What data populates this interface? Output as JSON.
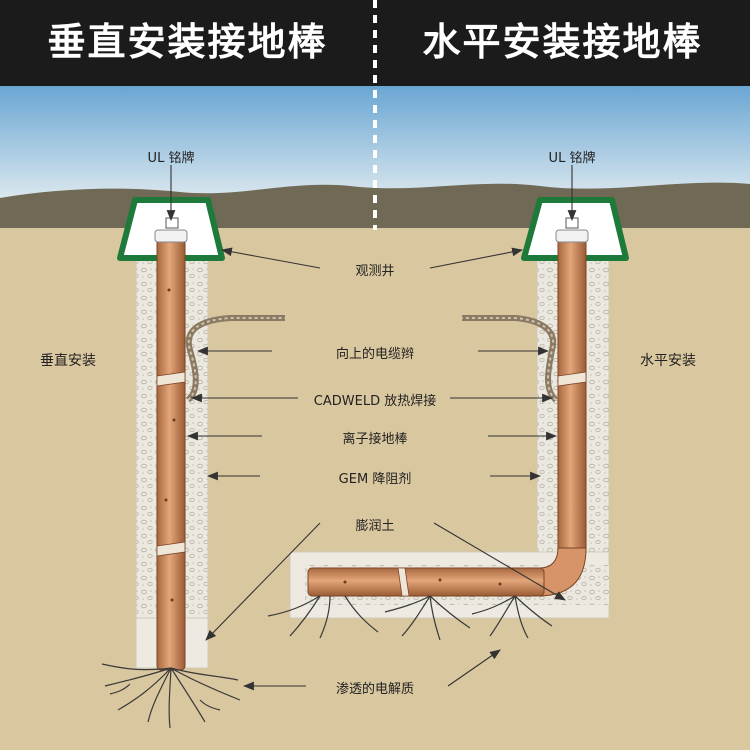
{
  "header": {
    "title_left": "垂直安装接地棒",
    "title_right": "水平安装接地棒"
  },
  "colors": {
    "header": "#1b1b1b",
    "sky_top": "#7fb2d8",
    "sky_bottom": "#e6eef3",
    "hills": "#6b6551",
    "soil": "#d9c79f",
    "pipe": "#c98b5d",
    "pit_frame": "#1e7a3a",
    "fill": "#ebe7dc"
  },
  "labels": {
    "ul_left": "UL 铭牌",
    "ul_right": "UL 铭牌",
    "inspection_well": "观测井",
    "side_left": "垂直安装",
    "side_right": "水平安装",
    "cable_pigtail": "向上的电缆辫",
    "cadweld": "CADWELD 放热焊接",
    "ion_rod": "离子接地棒",
    "gem": "GEM 降阻剂",
    "bentonite": "膨润土",
    "electrolyte": "渗透的电解质"
  }
}
